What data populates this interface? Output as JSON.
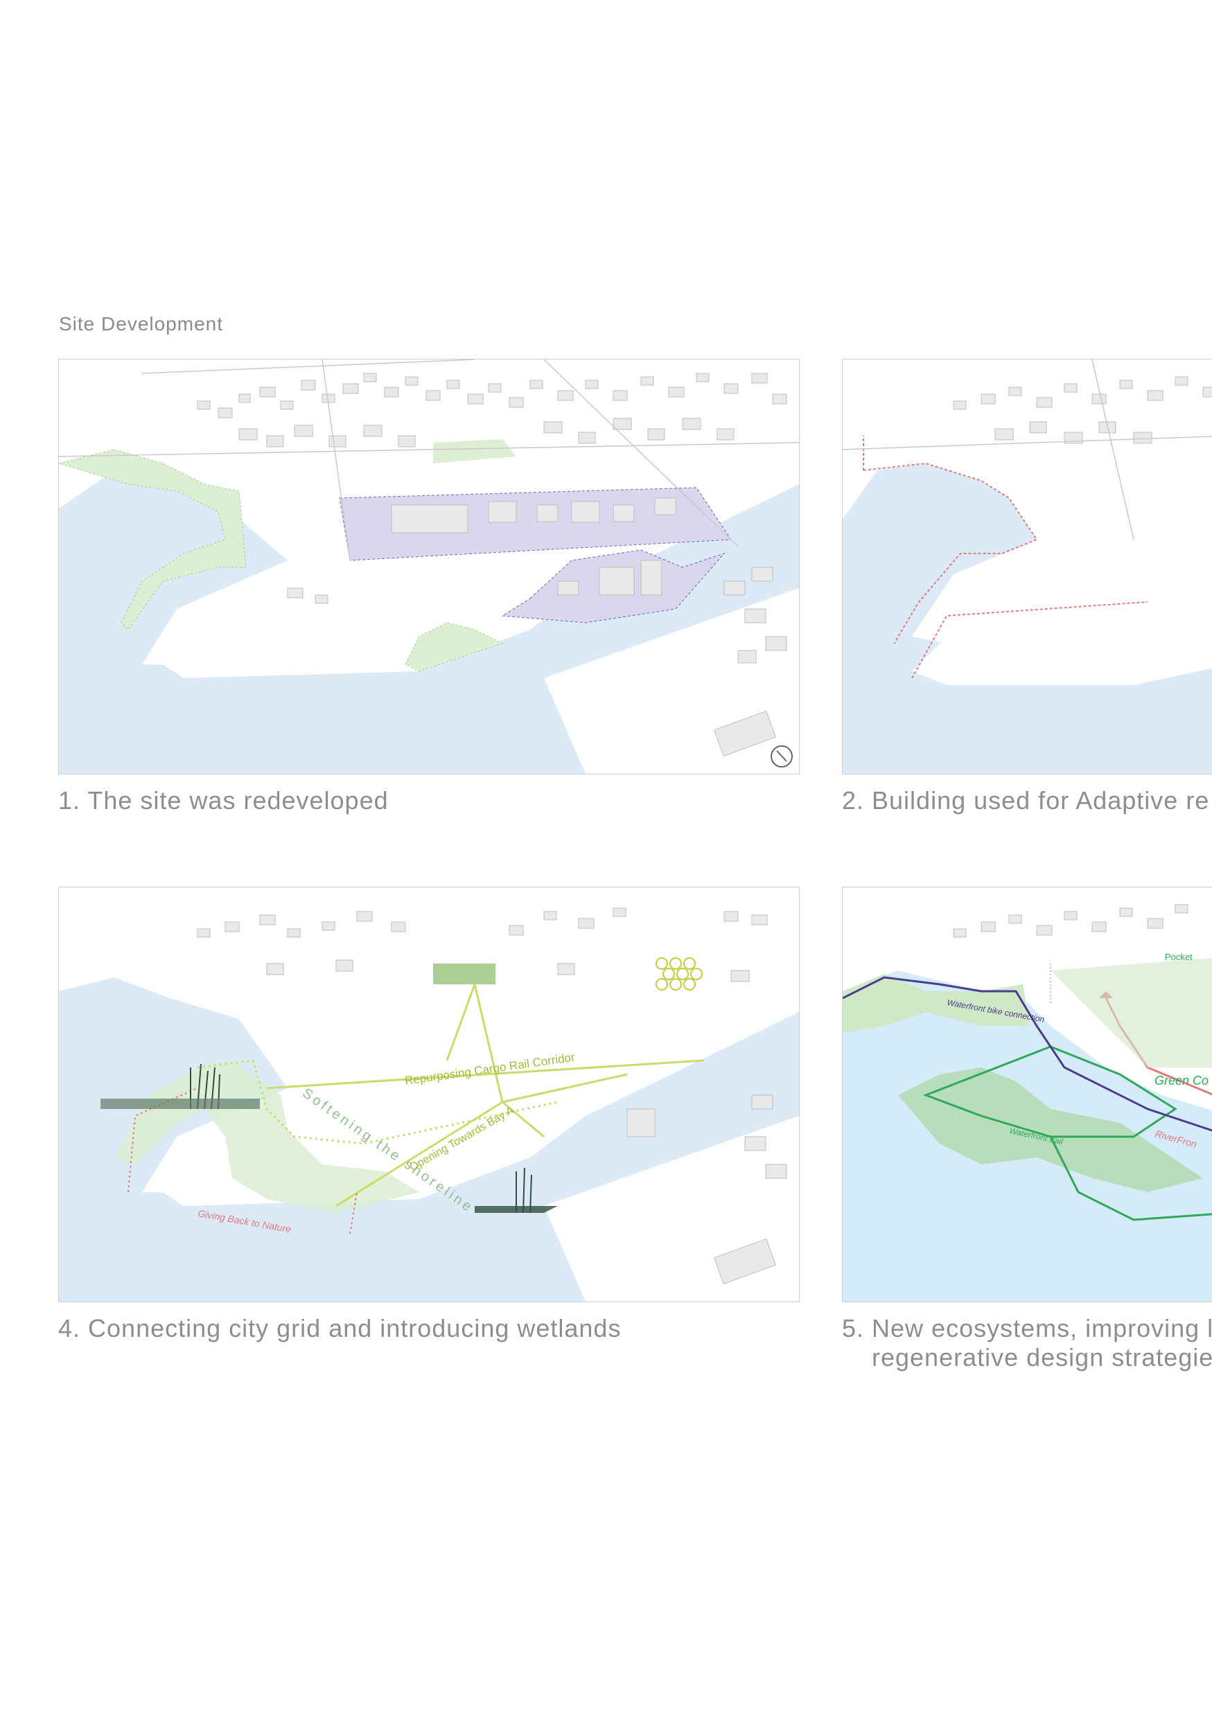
{
  "section_title": "Site Development",
  "captions": {
    "p1": "1. The site was redeveloped",
    "p2": "2. Building used for Adaptive re",
    "p4": "4. Connecting city grid and introducing wetlands",
    "p5_line1": "5. New ecosystems, improving l",
    "p5_line2": "regenerative design strategie"
  },
  "panel4_labels": {
    "cargo": "Repurposing Cargo Rail Corridor",
    "softening": "Softening the shoreline",
    "opening": "Opening Towards Bay A",
    "nature": "Giving Back to Nature"
  },
  "panel5_labels": {
    "bike": "Waterfront bike connection",
    "pocket": "Pocket",
    "green": "Green Co",
    "trail": "Waterfront trail",
    "river": "RiverFron"
  },
  "colors": {
    "water": "#dceaf7",
    "green": "#dcefd2",
    "purple": "#d9d6ee",
    "red_dotted": "#e27a7a",
    "lime": "#c9dc6a",
    "trail_green": "#2fa85a",
    "bike_purple": "#4b3c8e"
  }
}
